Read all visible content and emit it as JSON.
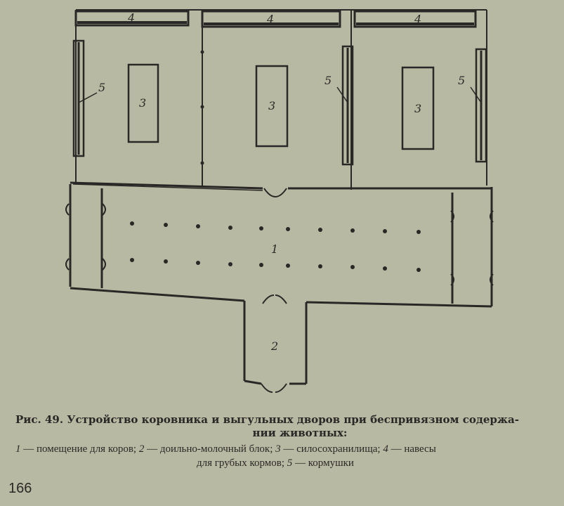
{
  "diagram": {
    "labels": {
      "hall": "1",
      "milk_block": "2",
      "silo": "3",
      "shed": "4",
      "feeder": "5"
    }
  },
  "caption": {
    "title_line1": "Рис. 49. Устройство коровника и выгульных дворов при беспривязном содержа-",
    "title_line2": "нии животных:",
    "legend": [
      {
        "num": "1",
        "text": " — помещение для коров; "
      },
      {
        "num": "2",
        "text": " — доильно-молочный блок; "
      },
      {
        "num": "3",
        "text": " — силосохранилища; "
      },
      {
        "num": "4",
        "text": " — навесы"
      }
    ],
    "legend_line2": [
      {
        "text": "для грубых кормов; "
      },
      {
        "num": "5",
        "text": " — кормушки"
      }
    ]
  },
  "page_number": "166"
}
